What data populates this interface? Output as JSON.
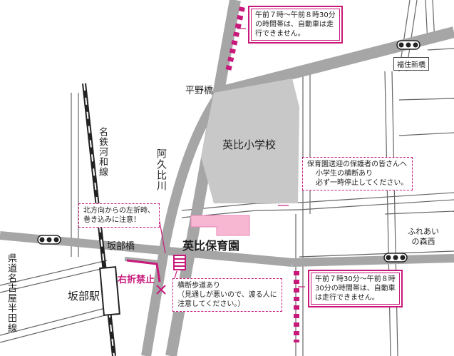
{
  "colors": {
    "road": "#a6a6a6",
    "road_edge": "#8a8a8a",
    "school": "#c8c8c8",
    "nursery": "#f7b7d3",
    "accent": "#c8197a",
    "rail": "#222222",
    "signal": "#222222"
  },
  "places": {
    "school": "英比小学校",
    "nursery": "英比保育園",
    "station": "坂部駅",
    "bridge_hirano": "平野橋",
    "bridge_sakabe": "坂部橋",
    "bridge_fukuzumi": "福住新橋",
    "park": "ふれあい\nの森西"
  },
  "waterways": {
    "river": "阿久比川",
    "railway": "名鉄河和線",
    "route": "県道名古屋半田線"
  },
  "restriction": {
    "no_right_turn": "右折禁止"
  },
  "notes": {
    "top_restriction": [
      "午前７時～午前８時30分",
      "の時間帯は、自動車は走",
      "行できません。"
    ],
    "right_restriction": [
      "午前７時30分～午前８時",
      "30分の時間帯は、自動車",
      "は走行できません。"
    ],
    "guardian_stop": [
      "保育園送迎の保護者の皆さんへ",
      "小学生の横断あり",
      "必ず一時停止してください。"
    ],
    "left_turn": [
      "北方向からの左折時、",
      "巻き込みに注意！"
    ],
    "crosswalk": [
      "横断歩道あり",
      "（見通しが悪いので、渡る人に",
      "注意してください。）"
    ]
  },
  "icons": [
    "traffic-signal-icon",
    "crosswalk-icon",
    "railway-icon",
    "no-entry-cross-icon",
    "arrow-icon"
  ]
}
